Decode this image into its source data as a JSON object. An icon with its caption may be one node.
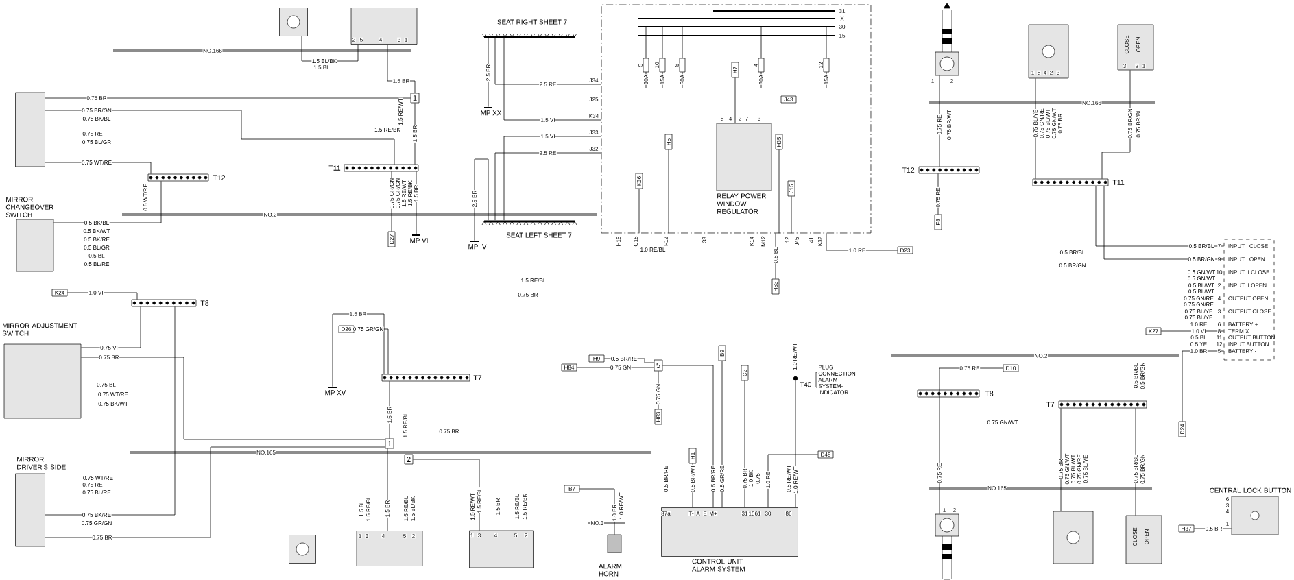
{
  "diagram": {
    "nodes": [
      {
        "text": [],
        "shape": "box"
      },
      {
        "text": [
          "MIRROR CHANGEOVER SWITCH"
        ]
      },
      {
        "text": [
          "MIRROR ADJUSTMENT SWITCH"
        ]
      },
      {
        "text": [
          "MIRROR DRIVER'S SIDE"
        ]
      },
      {
        "text": [
          "T12"
        ]
      },
      {
        "text": [
          "T11"
        ]
      },
      {
        "text": [
          "T8"
        ]
      },
      {
        "text": [
          "T7"
        ]
      },
      {
        "text": [
          "1"
        ]
      },
      {
        "text": [
          "1"
        ]
      },
      {
        "text": [
          "2"
        ]
      },
      {
        "text": [
          "5"
        ]
      },
      {
        "text": [
          "K24"
        ]
      },
      {
        "text": [
          "D27"
        ]
      },
      {
        "text": [
          "D26"
        ]
      },
      {
        "text": [
          "MP VI"
        ]
      },
      {
        "text": [
          "MP XV"
        ]
      },
      {
        "text": [
          "MP XX"
        ]
      },
      {
        "text": [
          "MP IV"
        ]
      },
      {
        "text": [
          "SEAT RIGHT SHEET 7"
        ]
      },
      {
        "text": [
          "SEAT LEFT SHEET 7"
        ]
      },
      {
        "text": [],
        "shape": "box"
      },
      {
        "text": [
          "RELAY POWER WINDOW REGULATOR"
        ],
        "in": 21
      },
      {
        "text": [
          "ALARM HORN"
        ]
      },
      {
        "text": [
          "CONTROL UNIT ALARM SYSTEM"
        ]
      },
      {
        "text": [
          "T40"
        ],
        "beside": [
          "PLUG CONNECTION ALARM SYSTEM-INDICATOR"
        ]
      },
      {
        "text": [
          "T12"
        ]
      },
      {
        "text": [
          "T11"
        ]
      },
      {
        "text": [
          "T8"
        ]
      },
      {
        "text": [
          "T7"
        ]
      },
      {
        "text": [
          "INPUT I CLOSE",
          "INPUT I OPEN",
          "INPUT II CLOSE",
          "INPUT II OPEN",
          "OUTPUT OPEN",
          "OUTPUT CLOSE",
          "BATTERY +",
          "TERM X",
          "OUTPUT BUTTON",
          "INPUT BUTTON",
          "BATTERY -"
        ]
      },
      {
        "text": [
          "CENTRAL LOCK BUTTON"
        ]
      },
      {
        "text": [],
        "shape": "box"
      },
      {
        "text": [
          "CLOSE",
          "OPEN"
        ]
      },
      {
        "text": [],
        "shape": "box"
      },
      {
        "text": [],
        "shape": "box"
      },
      {
        "text": [],
        "shape": "box"
      },
      {
        "text": [
          "CLOSE",
          "OPEN"
        ]
      },
      {
        "text": [],
        "shape": "box"
      },
      {
        "text": [],
        "shape": "box"
      },
      {
        "text": [],
        "shape": "box"
      },
      {
        "text": [],
        "shape": "box"
      },
      {
        "text": [],
        "shape": "box"
      },
      {
        "text": [
          "J43"
        ],
        "in": 21
      },
      {
        "text": [
          "H7"
        ],
        "in": 21
      },
      {
        "text": [
          "H5"
        ],
        "in": 21
      },
      {
        "text": [
          "K36"
        ],
        "in": 21
      },
      {
        "text": [
          "H35"
        ],
        "in": 21
      },
      {
        "text": [
          "J15"
        ],
        "in": 21
      },
      {
        "text": [
          "H53"
        ]
      },
      {
        "text": [
          "D23"
        ]
      },
      {
        "text": [
          "F8"
        ]
      },
      {
        "text": [
          "D10"
        ]
      },
      {
        "text": [
          "K27"
        ]
      },
      {
        "text": [
          "D24"
        ]
      },
      {
        "text": [
          "H37"
        ]
      },
      {
        "text": [
          "B7"
        ]
      },
      {
        "text": [
          "H84"
        ]
      },
      {
        "text": [
          "H9"
        ]
      },
      {
        "text": [
          "H83"
        ]
      },
      {
        "text": [
          "B9"
        ]
      },
      {
        "text": [
          "C2"
        ]
      },
      {
        "text": [
          "H1"
        ]
      },
      {
        "text": [
          "D48"
        ]
      }
    ],
    "edges": [
      {
        "from": 0,
        "to": 4,
        "arrow": "none",
        "label": "0.75 WT/RE"
      },
      {
        "from": 0,
        "to": 8,
        "arrow": "none",
        "label": "0.75 BR"
      },
      {
        "from": 0,
        "to": 5,
        "arrow": "none",
        "label": "0.75 BR/GN"
      },
      {
        "from": 1,
        "to": 4,
        "arrow": "none",
        "label": "0.5 BK/BL"
      },
      {
        "from": 12,
        "to": 6,
        "arrow": "none",
        "label": "1.0 VI"
      },
      {
        "from": 2,
        "to": 6,
        "arrow": "none",
        "label": "0.75 VI"
      },
      {
        "from": 2,
        "to": 9,
        "arrow": "none",
        "label": "0.75 BR"
      },
      {
        "from": 3,
        "to": 9,
        "arrow": "none",
        "label": "0.75 BR"
      },
      {
        "from": 3,
        "to": 6,
        "arrow": "none",
        "label": "0.75 BK/RE"
      },
      {
        "from": 8,
        "to": 5,
        "arrow": "none",
        "label": "1.5 BR"
      },
      {
        "from": 39,
        "to": 8,
        "arrow": "none",
        "label": "1.5 BR"
      },
      {
        "from": 38,
        "to": 39,
        "arrow": "none",
        "label": "1.5 BL/BK"
      },
      {
        "from": 5,
        "to": 15,
        "arrow": "none",
        "label": "1.5 BR"
      },
      {
        "from": 5,
        "to": 13,
        "arrow": "none",
        "label": "0.75 GR/GN"
      },
      {
        "from": 14,
        "to": 7,
        "arrow": "none",
        "label": "0.75 GR/GN"
      },
      {
        "from": 7,
        "to": 9,
        "arrow": "none",
        "label": "1.5 BR"
      },
      {
        "from": 9,
        "to": 41,
        "arrow": "none",
        "label": "1.5 BR"
      },
      {
        "from": 10,
        "to": 42,
        "arrow": "none",
        "label": "1.5 RE/BL"
      },
      {
        "from": 7,
        "to": 16,
        "arrow": "none",
        "label": "1.5 BR"
      },
      {
        "from": 19,
        "to": 17,
        "arrow": "none",
        "label": "2.5 BR"
      },
      {
        "from": 19,
        "to": 21,
        "arrow": "none",
        "label": "2.5 RE"
      },
      {
        "from": 19,
        "to": 21,
        "arrow": "none",
        "label": "1.5 VI"
      },
      {
        "from": 20,
        "to": 21,
        "arrow": "none",
        "label": "1.5 VI"
      },
      {
        "from": 20,
        "to": 21,
        "arrow": "none",
        "label": "2.5 RE"
      },
      {
        "from": 20,
        "to": 18,
        "arrow": "none",
        "label": "2.5 BR"
      },
      {
        "from": 11,
        "to": 24,
        "arrow": "none",
        "label": "0.5 BR/RE"
      },
      {
        "from": 57,
        "to": 11,
        "arrow": "none",
        "label": "0.75 GN"
      },
      {
        "from": 58,
        "to": 11,
        "arrow": "none",
        "label": "0.5 BR/RE"
      },
      {
        "from": 11,
        "to": 59,
        "arrow": "none",
        "label": "0.75 GN"
      },
      {
        "from": 56,
        "to": 23,
        "arrow": "none",
        "label": "1.0 BR"
      },
      {
        "from": 34,
        "to": 26,
        "arrow": "none",
        "label": "0.75 RE"
      },
      {
        "from": 26,
        "to": 51,
        "arrow": "none",
        "label": "0.75 RE"
      },
      {
        "from": 32,
        "to": 27,
        "arrow": "none",
        "label": "0.75 BL/YE"
      },
      {
        "from": 33,
        "to": 27,
        "arrow": "none",
        "label": "0.75 BR/GN"
      },
      {
        "from": 27,
        "to": 30,
        "arrow": "none",
        "label": "0.5 BR/BL"
      },
      {
        "from": 27,
        "to": 30,
        "arrow": "none",
        "label": "0.5 BR/GN"
      },
      {
        "from": 35,
        "to": 52,
        "arrow": "none",
        "label": "0.75 RE"
      },
      {
        "from": 29,
        "to": 36,
        "arrow": "none",
        "label": "0.75 BR"
      },
      {
        "from": 29,
        "to": 37,
        "arrow": "none",
        "label": "0.75 BR/BL"
      },
      {
        "from": 55,
        "to": 31,
        "arrow": "none",
        "label": "0.5 BR"
      },
      {
        "from": 30,
        "to": 54,
        "arrow": "none",
        "label": "1.0 BR"
      },
      {
        "from": 53,
        "to": 30,
        "arrow": "none",
        "label": "1.0 VI"
      },
      {
        "from": 21,
        "to": 50,
        "arrow": "none",
        "label": "1.0 RE"
      },
      {
        "from": 46,
        "to": 21,
        "arrow": "none"
      },
      {
        "from": 45,
        "to": 21,
        "arrow": "none"
      },
      {
        "from": 47,
        "to": 21,
        "arrow": "none"
      },
      {
        "from": 48,
        "to": 21,
        "arrow": "none"
      },
      {
        "from": 44,
        "to": 22,
        "arrow": "none"
      },
      {
        "from": 49,
        "to": 21,
        "arrow": "none",
        "label": "0.5 BL"
      },
      {
        "from": 60,
        "to": 24,
        "arrow": "none",
        "label": "0.5 GR/RE"
      },
      {
        "from": 61,
        "to": 24,
        "arrow": "none",
        "label": "0.75 BR"
      },
      {
        "from": 62,
        "to": 24,
        "arrow": "none",
        "label": "0.5 BR/WT"
      },
      {
        "from": 63,
        "to": 24,
        "arrow": "none",
        "label": "1.0 RE"
      },
      {
        "from": 25,
        "to": 24,
        "arrow": "none",
        "label": "1.0 RE/WT"
      }
    ],
    "labels": [
      "NO.166",
      "1.5 BL",
      "1.5 RE/WT",
      "1.5 RE/BK",
      "0.75 BK/BL",
      "0.75 RE",
      "0.75 BL/GR",
      "0.5 WT/RE",
      "NO.2",
      "0.75 GR/GN",
      "1.5 RE/WT",
      "1.5 RE/BK",
      "0.5 BK/WT",
      "0.5 BK/RE",
      "0.5 BL/GR",
      "0.5 BL",
      "0.5 BL/RE",
      "J34",
      "J25",
      "K34",
      "J33",
      "J32",
      "31",
      "X",
      "30",
      "15",
      "5",
      "10",
      "8",
      "4",
      "12",
      "30A",
      "15A",
      "30A",
      "30A",
      "15A",
      "5",
      "4",
      "2",
      "7",
      "3",
      "H15",
      "G15",
      "F12",
      "L33",
      "K14",
      "M12",
      "L12",
      "J45",
      "L41",
      "K32",
      "1.0 RE/BL",
      "1.5 RE/BL",
      "0.75 BR",
      "0.75 BR/WT",
      "0.75 GN/RE",
      "0.75 BL/WT",
      "0.75 GN/WT",
      "0.75 BR",
      "NO.166",
      "0.75 BR/BL",
      "0.5 BR/BL",
      "0.5 BR/GN",
      "0.5 GN/WT",
      "0.5 GN/WT",
      "0.5 BL/WT",
      "0.5 BL/WT",
      "0.75 GN/RE",
      "0.75 GN/RE",
      "0.75 BL/YE",
      "0.75 BL/YE",
      "1.0 RE",
      "0.5 BL",
      "0.5 YE",
      "7",
      "9",
      "10",
      "2",
      "4",
      "3",
      "6",
      "8",
      "11",
      "12",
      "5",
      "NO.2",
      "0.5 BR/BL",
      "0.5 BR/GN",
      "0.75 GN/WT",
      "0.75 GN/WT",
      "0.75 BL/WT",
      "0.75 GN/RE",
      "0.75 BL/YE",
      "0.75 BR/GN",
      "0.75 RE",
      "NO.165",
      "0.75 BL",
      "0.75 WT/RE",
      "0.75 BK/WT",
      "1.5 RE/BL",
      "NO.165",
      "0.75 WT/RE",
      "0.75 RE",
      "0.75 BL/RE",
      "0.75 GR/GN",
      "0.75 BR",
      "1.5 BL",
      "1.5 RE/BL",
      "1.5 RE/BL",
      "1.5 BL/BK",
      "1",
      "3",
      "4",
      "5",
      "2",
      "1.5 RE/WT",
      "1.5 BR",
      "1.5 RE/BL",
      "1.5 RE/BK",
      "1",
      "3",
      "4",
      "5",
      "2",
      "1.0 RE/WT",
      "NO.3",
      "1.0 RE/WT",
      "0.5 BR/RE",
      "1.0 BK",
      "0.75",
      "0.5 RE/WT",
      "87a",
      "T-",
      "A",
      "E",
      "M+",
      "31",
      "15",
      "61",
      "30",
      "86",
      "1",
      "2",
      "1",
      "5",
      "4",
      "2",
      "3",
      "3",
      "2",
      "1",
      "1",
      "2",
      "6",
      "3",
      "4",
      "1",
      "2",
      "5",
      "4",
      "3",
      "1"
    ]
  }
}
